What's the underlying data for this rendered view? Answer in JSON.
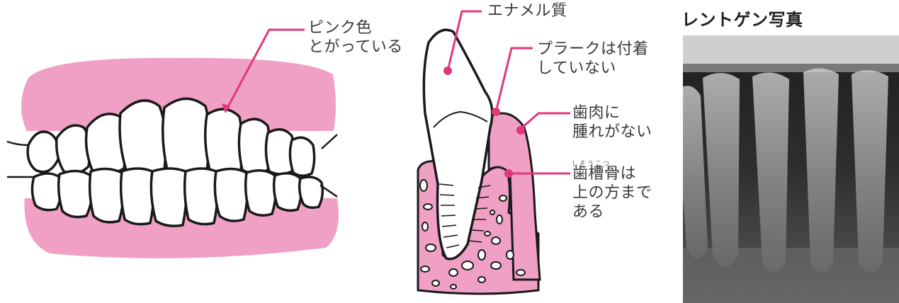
{
  "colors": {
    "gum": "#f0a0c4",
    "accent": "#e0387a",
    "line": "#1a1a1a",
    "text": "#3a3a3a"
  },
  "left": {
    "label_line1": "ピンク色",
    "label_line2": "とがっている"
  },
  "middle": {
    "enamel": "エナメル質",
    "plaque_line1": "プラークは付着",
    "plaque_line2": "していない",
    "gum_line1": "歯肉に",
    "gum_line2": "腫れがない",
    "bone_furigana": "しそうこつ",
    "bone_line1": "歯槽骨は",
    "bone_line2": "上の方まで",
    "bone_line3": "ある"
  },
  "xray": {
    "title": "レントゲン写真"
  }
}
